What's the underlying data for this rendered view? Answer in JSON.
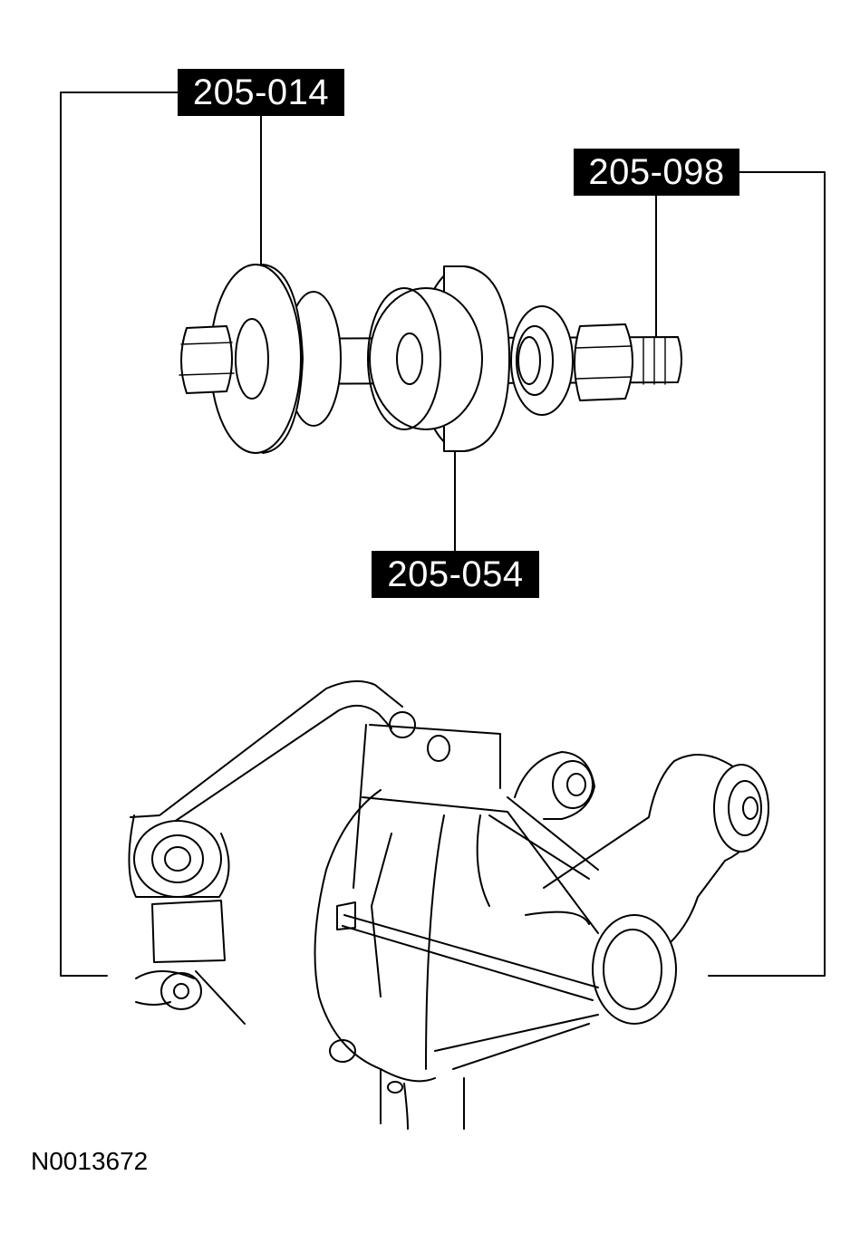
{
  "callouts": {
    "tool_a": "205-014",
    "tool_b": "205-098",
    "tool_c": "205-054"
  },
  "figure_id": "N0013672",
  "colors": {
    "line": "#000000",
    "label_bg": "#000000",
    "label_text": "#ffffff",
    "background": "#ffffff"
  }
}
